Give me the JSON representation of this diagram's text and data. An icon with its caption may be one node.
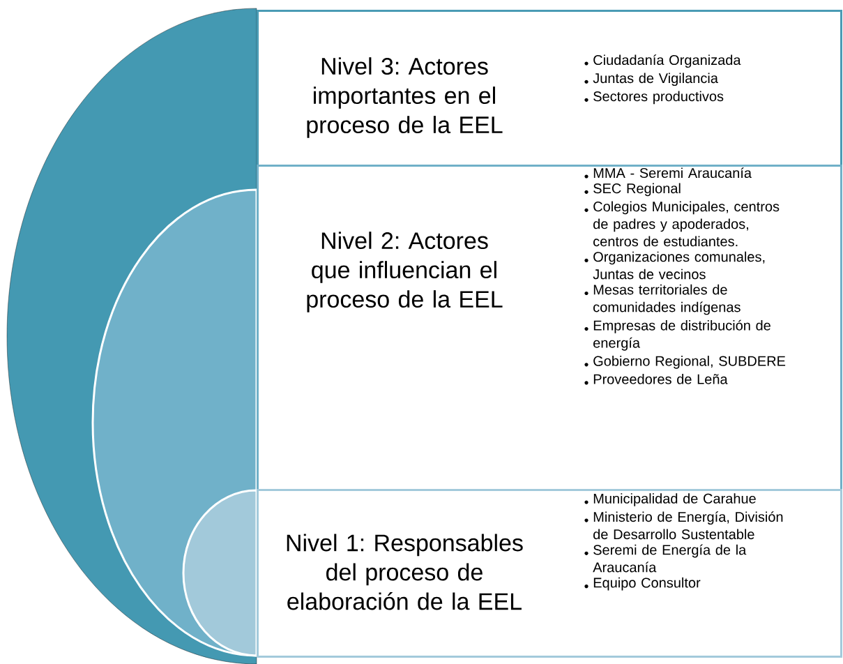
{
  "diagram": {
    "nodes": [
      {
        "text": [
          "Nivel 3: Actores importantes en el proceso de la EEL",
          "Ciudadanía Organizada",
          "Juntas de Vigilancia",
          "Sectores productivos"
        ]
      },
      {
        "text": [
          "Nivel 2: Actores que influencian el proceso de la EEL",
          "MMA - Seremi Araucanía",
          "SEC Regional",
          "Colegios Municipales, centros de padres y apoderados, centros de estudiantes.",
          "Organizaciones comunales, Juntas de vecinos",
          "Mesas territoriales de comunidades indígenas",
          "Empresas de distribución de energía",
          "Gobierno Regional, SUBDERE",
          "Proveedores de Leña"
        ]
      },
      {
        "text": [
          "Nivel 1: Responsables del proceso de elaboración de la EEL",
          "Municipalidad  de Carahue",
          "Ministerio de Energía, División de Desarrollo Sustentable",
          "Seremi de Energía de la Araucanía",
          "Equipo Consultor"
        ]
      }
    ]
  }
}
